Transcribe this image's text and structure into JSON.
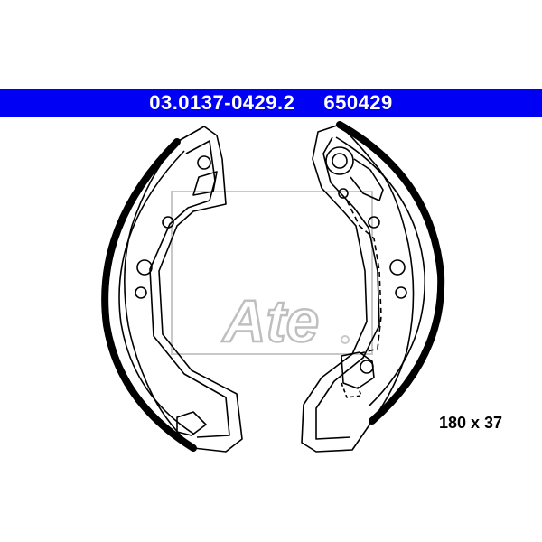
{
  "colors": {
    "banner_bg": "#0000f5",
    "banner_text": "#ffffff",
    "line": "#000000",
    "watermark": "#c8c8c8",
    "background": "#ffffff"
  },
  "banner": {
    "part_number": "03.0137-0429.2",
    "short_number": "650429"
  },
  "dimensions_label": "180 x 37",
  "watermark_logo": "Ate"
}
